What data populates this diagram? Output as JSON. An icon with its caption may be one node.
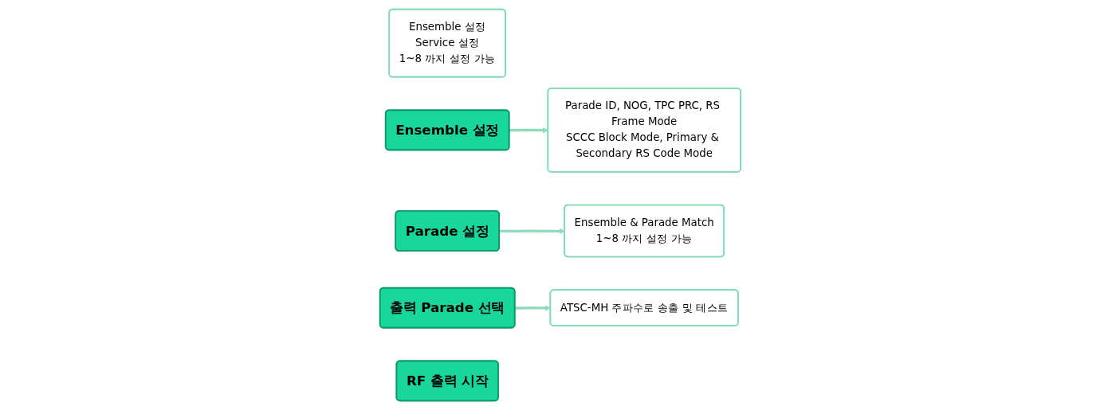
{
  "diagram": {
    "nodes": [
      {
        "text": [
          "Ensemble 설정",
          "Service 설정",
          "1~8 까지 설정 가능"
        ]
      },
      {
        "text": [
          "Ensemble 설정"
        ]
      },
      {
        "text": [
          "Parade 설정"
        ]
      },
      {
        "text": [
          "Parade ID, NOG, TPC PRC, RS Frame Mode",
          "SCCC Block Mode, Primary & Secondary RS Code Mode"
        ]
      },
      {
        "text": [
          "Ensemble & Parade Match",
          "1~8 까지 설정 가능"
        ]
      },
      {
        "text": [
          "출력 Parade 선택"
        ]
      },
      {
        "text": [
          "RF 출력 시작"
        ]
      },
      {
        "text": [
          "ATSC-MH 주파수로 송출 및 테스트"
        ]
      }
    ],
    "edges": [
      {
        "from": 1,
        "to": 3,
        "arrow": "to"
      },
      {
        "from": 2,
        "to": 4,
        "arrow": "to"
      },
      {
        "from": 5,
        "to": 7,
        "arrow": "to"
      }
    ]
  }
}
